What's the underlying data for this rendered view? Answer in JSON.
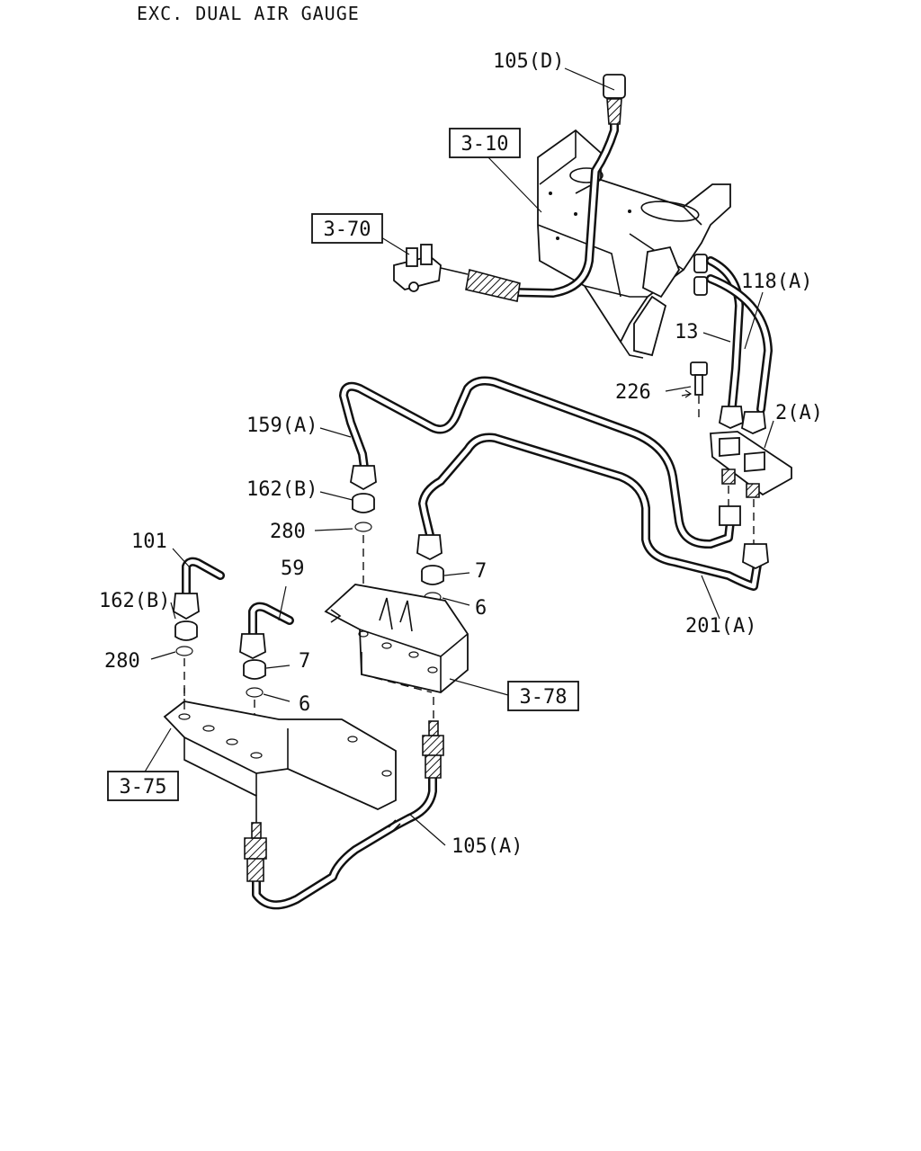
{
  "title": "EXC. DUAL AIR GAUGE",
  "refs": {
    "r310": "3-10",
    "r370": "3-70",
    "r378": "3-78",
    "r375": "3-75"
  },
  "parts": {
    "p105d": "105(D)",
    "p118a": "118(A)",
    "p13": "13",
    "p226": "226",
    "p2a": "2(A)",
    "p159a": "159(A)",
    "p162b_1": "162(B)",
    "p280_1": "280",
    "p7_1": "7",
    "p6_1": "6",
    "p201a": "201(A)",
    "p101": "101",
    "p59": "59",
    "p162b_2": "162(B)",
    "p280_2": "280",
    "p7_2": "7",
    "p6_2": "6",
    "p105a": "105(A)"
  }
}
